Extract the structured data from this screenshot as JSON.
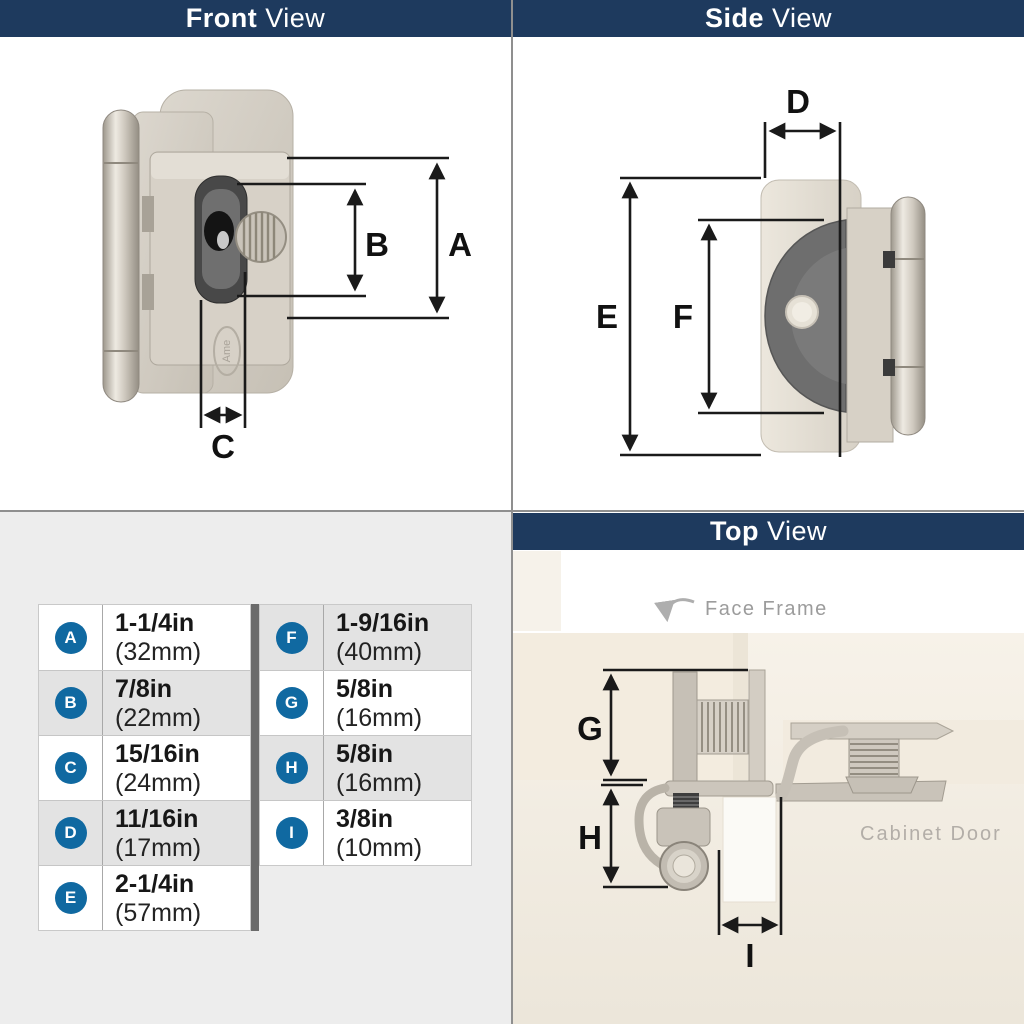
{
  "headers": {
    "front": {
      "bold": "Front",
      "rest": "View"
    },
    "side": {
      "bold": "Side",
      "rest": "View"
    },
    "top": {
      "bold": "Top",
      "rest": "View"
    }
  },
  "dim_labels": {
    "A": "A",
    "B": "B",
    "C": "C",
    "D": "D",
    "E": "E",
    "F": "F",
    "G": "G",
    "H": "H",
    "I": "I"
  },
  "annotations": {
    "face_frame": "Face Frame",
    "cabinet_door": "Cabinet Door"
  },
  "stamp": "Ame",
  "table": {
    "left": [
      {
        "letter": "A",
        "value": "1-1/4in",
        "metric": "(32mm)"
      },
      {
        "letter": "B",
        "value": "7/8in",
        "metric": "(22mm)"
      },
      {
        "letter": "C",
        "value": "15/16in",
        "metric": "(24mm)"
      },
      {
        "letter": "D",
        "value": "11/16in",
        "metric": "(17mm)"
      },
      {
        "letter": "E",
        "value": "2-1/4in",
        "metric": "(57mm)"
      }
    ],
    "right": [
      {
        "letter": "F",
        "value": "1-9/16in",
        "metric": "(40mm)"
      },
      {
        "letter": "G",
        "value": "5/8in",
        "metric": "(16mm)"
      },
      {
        "letter": "H",
        "value": "5/8in",
        "metric": "(16mm)"
      },
      {
        "letter": "I",
        "value": "3/8in",
        "metric": "(10mm)"
      }
    ]
  },
  "colors": {
    "header_navy": "#1e3a5e",
    "letter_circle_blue": "#1069a1",
    "table_row_shade": "#e3e3e3",
    "table_divider_bar": "#6b6b6b",
    "dimension_line": "#1a1a1a",
    "annotation_gray": "#9c9c9c",
    "face_frame_cream": "#f3ecdf",
    "metal_light": "#e8e4dc",
    "metal_dark": "#948e83"
  }
}
